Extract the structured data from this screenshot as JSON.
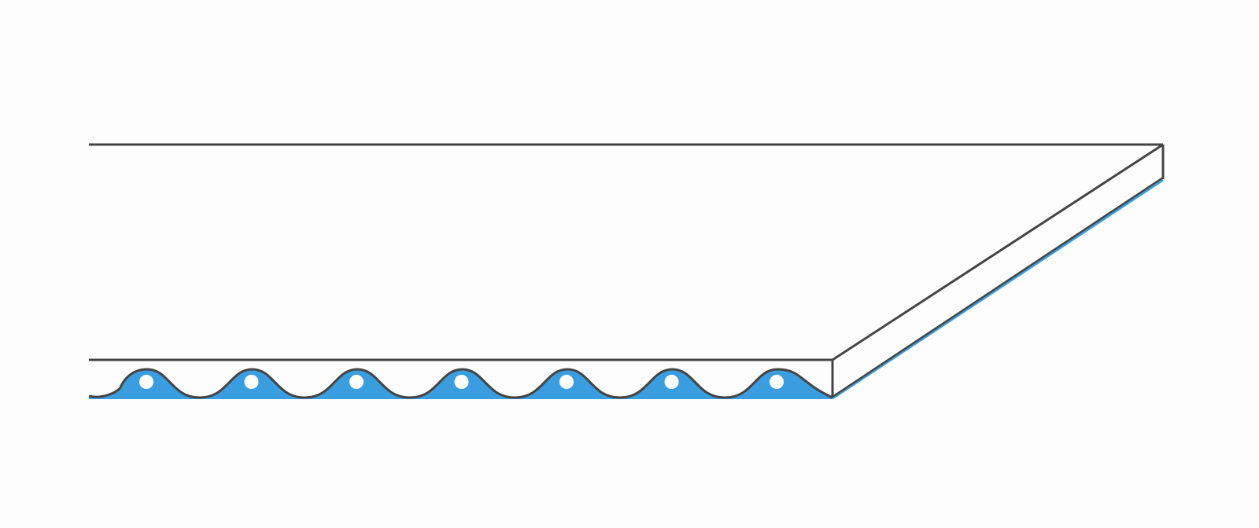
{
  "diagram": {
    "wave_count": 7,
    "colors": {
      "outline": "#444444",
      "fill": "#3a9de0",
      "edge_accent": "#3a9de0",
      "background": "#fdfdfd",
      "dot": "#ffffff"
    },
    "parts": [
      "top-sheet",
      "bottom-strip",
      "wavy-fill",
      "perspective-end"
    ]
  }
}
